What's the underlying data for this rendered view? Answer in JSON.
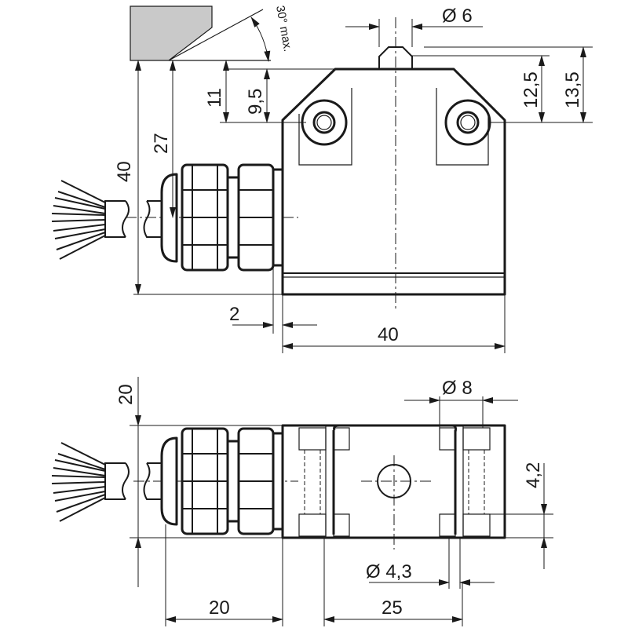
{
  "drawing": {
    "angle_label": "30° max.",
    "dimensions": {
      "plunger_dia": "Ø 6",
      "d_12_5": "12,5",
      "d_13_5": "13,5",
      "d_11": "11",
      "d_9_5": "9,5",
      "d_27": "27",
      "d_40_height": "40",
      "d_2": "2",
      "d_40_width": "40",
      "d_20_height": "20",
      "hole_dia_8": "Ø 8",
      "d_4_2": "4,2",
      "hole_dia_4_3": "Ø 4,3",
      "d_20_width": "20",
      "d_25": "25"
    }
  }
}
